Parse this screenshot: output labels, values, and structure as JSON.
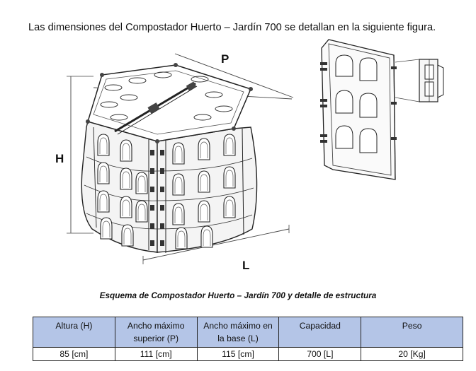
{
  "intro_text": "Las dimensiones del Compostador Huerto – Jardín 700 se detallan en la siguiente figura.",
  "figure": {
    "labels": {
      "p": "P",
      "h": "H",
      "l": "L"
    }
  },
  "caption": "Esquema de Compostador Huerto – Jardín 700 y detalle de estructura",
  "table": {
    "headers": [
      "Altura (H)",
      "Ancho máximo superior (P)",
      "Ancho máximo en la base (L)",
      "Capacidad",
      "Peso"
    ],
    "row": [
      "85 [cm]",
      "111 [cm]",
      "115 [cm]",
      "700 [L]",
      "20 [Kg]"
    ]
  },
  "colors": {
    "header_bg": "#b4c5e7",
    "line": "#222222"
  }
}
